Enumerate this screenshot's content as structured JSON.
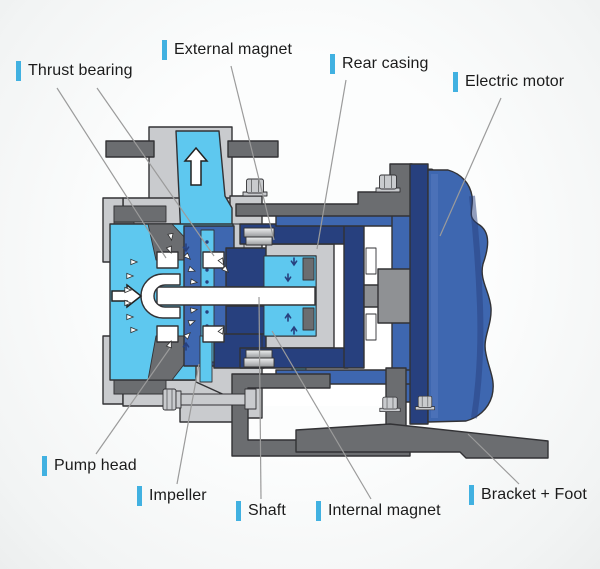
{
  "labels": {
    "thrust_bearing": {
      "text": "Thrust bearing"
    },
    "external_magnet": {
      "text": "External magnet"
    },
    "rear_casing": {
      "text": "Rear casing"
    },
    "electric_motor": {
      "text": "Electric motor"
    },
    "pump_head": {
      "text": "Pump head"
    },
    "impeller": {
      "text": "Impeller"
    },
    "shaft": {
      "text": "Shaft"
    },
    "internal_magnet": {
      "text": "Internal magnet"
    },
    "bracket_foot": {
      "text": "Bracket + Foot"
    }
  },
  "palette": {
    "label_bar": "#41b1e1",
    "label_text": "#1b1b1b",
    "leader_line": "#9b9b9b",
    "outline": "#323235",
    "fluid_cyan": "#5ec8ef",
    "casing_light_gray": "#c9cbce",
    "casing_mid_gray": "#8f9194",
    "metal_dark_gray": "#6b6d70",
    "magnet_navy": "#27407e",
    "motor_blue": "#3e67b0",
    "silver_light": "#f0f1f2",
    "silver_dark": "#97999c",
    "white": "#ffffff"
  }
}
